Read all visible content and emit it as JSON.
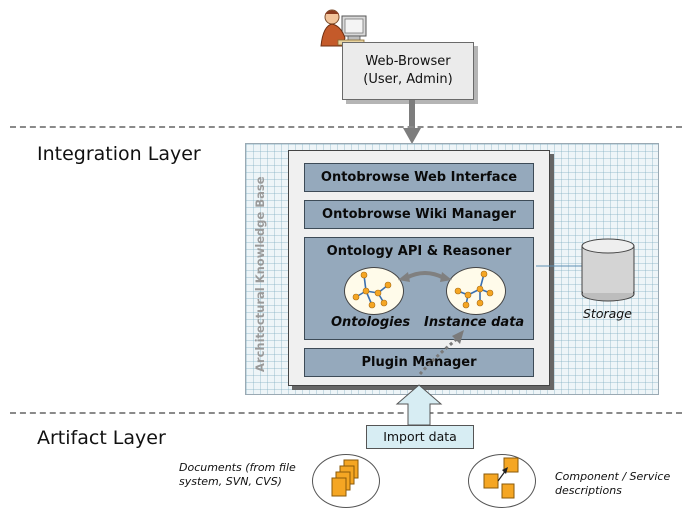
{
  "web_browser": {
    "line1": "Web-Browser",
    "line2": "(User, Admin)"
  },
  "layers": {
    "integration": "Integration Layer",
    "artifact": "Artifact Layer"
  },
  "knowledge_base_label": "Architectural Knowledge Base",
  "components": {
    "web_interface": "Ontobrowse Web Interface",
    "wiki_manager": "Ontobrowse Wiki Manager",
    "api_reasoner": "Ontology API & Reasoner",
    "plugin_manager": "Plugin Manager"
  },
  "data_labels": {
    "ontologies": "Ontologies",
    "instance_data": "Instance data"
  },
  "storage_label": "Storage",
  "import_label": "Import data",
  "artifacts": {
    "documents": [
      "Documents (from file",
      "system, SVN, CVS)"
    ],
    "components": [
      "Component / Service",
      "descriptions"
    ]
  },
  "colors": {
    "component_fill": "#95a9bc",
    "grid_background": "#eef5f8",
    "import_box": "#d7edf3",
    "oval_fill": "#fffbea",
    "node_orange": "#f5a623"
  },
  "icons": [
    "user-at-computer-icon",
    "storage-cylinder-icon",
    "ontology-graph-icon",
    "documents-stack-icon",
    "component-blocks-icon"
  ]
}
